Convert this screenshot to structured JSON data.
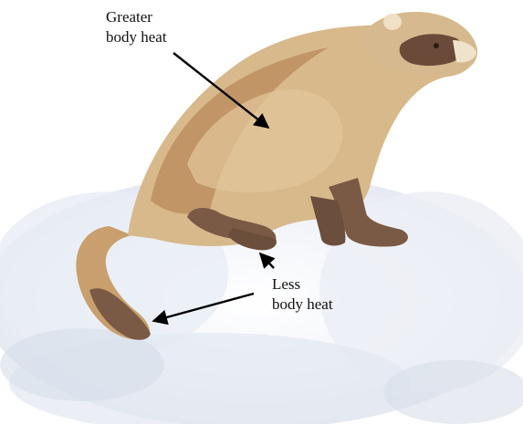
{
  "labels": {
    "greater_line1": "Greater",
    "greater_line2": "body heat",
    "less_line1": "Less",
    "less_line2": "body heat"
  },
  "subject": {
    "icon": "ferret-illustration"
  },
  "colors": {
    "fur_light": "#d8b98b",
    "fur_mid": "#c9a06d",
    "fur_dark": "#7a5a45",
    "snow": "#e7ebf3",
    "arrow": "#000000"
  }
}
